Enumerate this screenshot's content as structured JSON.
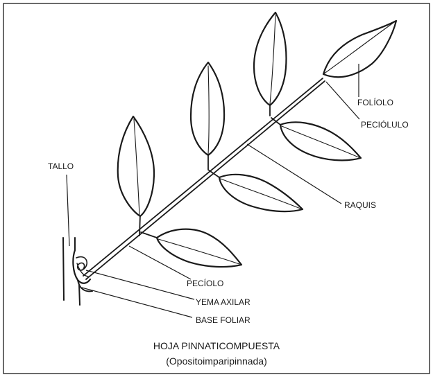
{
  "labels": {
    "tallo": "TALLO",
    "foliolo": "FOLÍOLO",
    "peciolulo": "PECIÓLULO",
    "raquis": "RAQUIS",
    "peciolo": "PECÍOLO",
    "yema_axilar": "YEMA AXILAR",
    "base_foliar": "BASE FOLIAR"
  },
  "caption": {
    "title": "HOJA PINNATICOMPUESTA",
    "subtitle": "(Opositoimparipinnada)"
  }
}
